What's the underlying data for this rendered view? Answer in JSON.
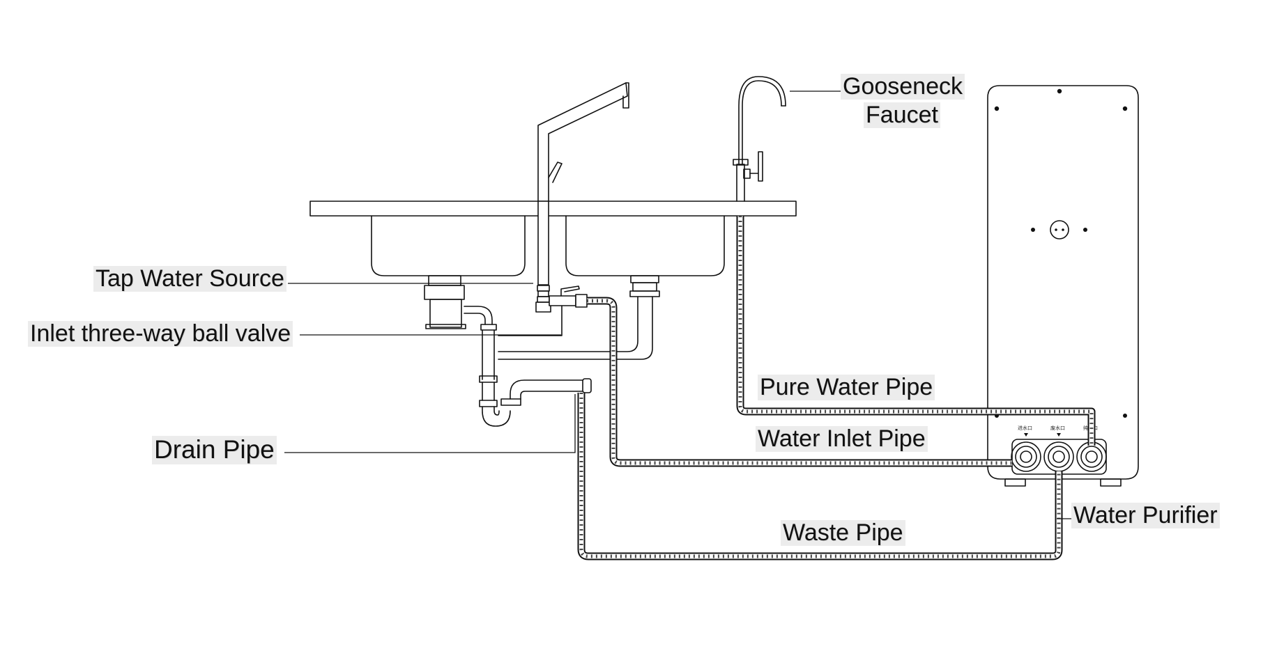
{
  "labels": {
    "gooseneck_line1": "Gooseneck",
    "gooseneck_line2": "Faucet",
    "tap_water_source": "Tap Water Source",
    "inlet_valve": "Inlet three-way ball valve",
    "drain_pipe": "Drain Pipe",
    "pure_water_pipe": "Pure Water Pipe",
    "water_inlet_pipe": "Water Inlet Pipe",
    "waste_pipe": "Waste Pipe",
    "water_purifier": "Water Purifier"
  },
  "purifier_ports": {
    "inlet": "进水口",
    "waste": "废水口",
    "pure": "纯水口"
  },
  "colors": {
    "line": "#111111",
    "label_bg": "#ececec"
  }
}
